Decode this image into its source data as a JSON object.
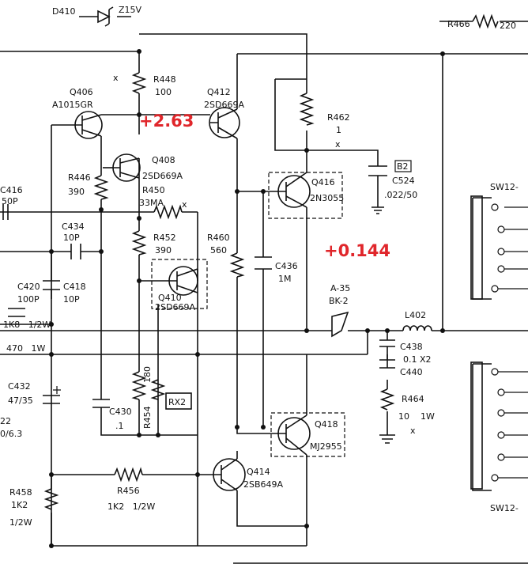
{
  "labels": {
    "d410": "D410",
    "z15v": "Z15V",
    "r466": "R466",
    "r466_val": "220",
    "r448": "R448",
    "r448_val": "100",
    "q406": "Q406",
    "q406_type": "A1015GR",
    "q412": "Q412",
    "q412_type": "2SD669A",
    "r462": "R462",
    "r462_val": "1",
    "q408": "Q408",
    "q408_type": "2SD669A",
    "r446": "R446",
    "r446_val": "390",
    "r450": "R450",
    "r450_val": "33MA",
    "c416": "C416",
    "c416_val": "50P",
    "q416": "Q416",
    "q416_type": "2N3055",
    "b2": "B2",
    "c524": "C524",
    "c524_val": ".022/50",
    "sw12_top": "SW12-",
    "c434": "C434",
    "c434_val": "10P",
    "r452": "R452",
    "r452_val": "390",
    "r460": "R460",
    "r460_val": "560",
    "c436": "C436",
    "c436_val": "1M",
    "c420": "C420",
    "c420_val": "100P",
    "c418": "C418",
    "c418_val": "10P",
    "q410": "Q410",
    "q410_type": "2SD669A",
    "a35": "A-35",
    "bk2": "BK-2",
    "l402": "L402",
    "r1k8": "1K8   1/2W",
    "r470": "470   1W",
    "c438": "C438",
    "c438_val": "0.1 X2",
    "c440": "C440",
    "c432": "C432",
    "c432_val": "47/35",
    "c_partial": "22",
    "c_partial_val": "0/6.3",
    "r464": "R464",
    "r464_val": "10    1W",
    "r454_val": "180",
    "r454": "R454",
    "rx2": "RX2",
    "c430": "C430",
    "c430_val": ".1",
    "q418": "Q418",
    "q418_type": "MJ2955",
    "r456": "R456",
    "r456_val": "1K2   1/2W",
    "q414": "Q414",
    "q414_type": "2SB649A",
    "r458": "R458",
    "r458_val": "1K2",
    "r458_pwr": "1/2W",
    "sw12_bottom": "SW12-"
  },
  "measurements": {
    "q412_base": "+2.63",
    "output": "+0.144"
  },
  "colors": {
    "ink": "#111111",
    "annotation": "#e0262b"
  }
}
